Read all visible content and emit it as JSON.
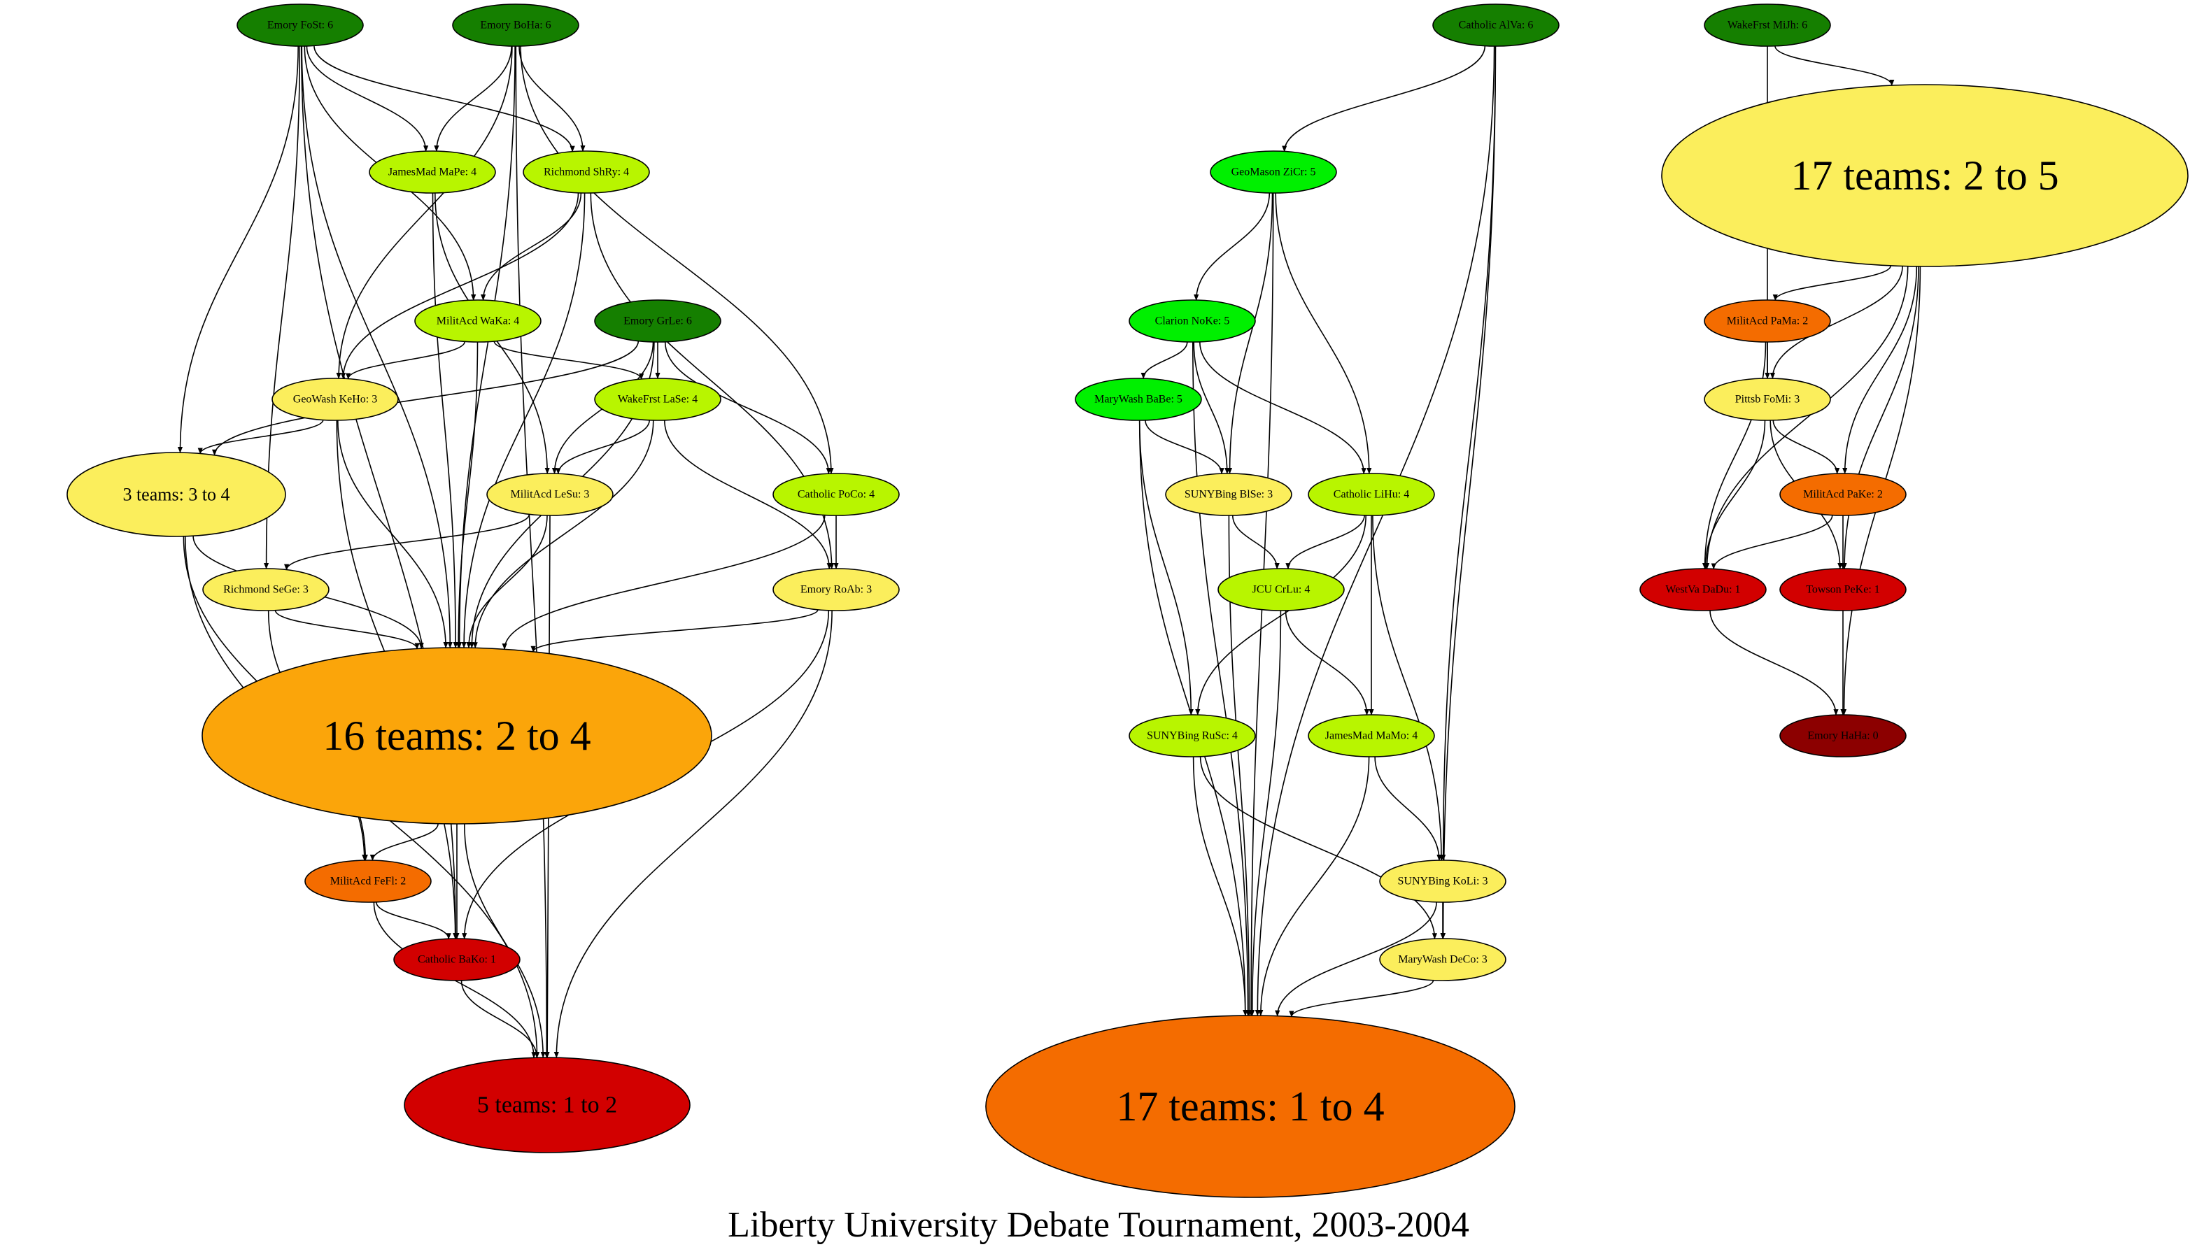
{
  "title": "Liberty University Debate Tournament, 2003-2004",
  "colors": {
    "dark_green": "#157f00",
    "bright_green": "#00f000",
    "lime": "#b8f500",
    "yellow": "#fbee5c",
    "amber": "#fba50a",
    "orange": "#f46c00",
    "red": "#d20000",
    "dark_red": "#8c0000",
    "edge": "#000000"
  },
  "nodes": [
    {
      "id": "fost",
      "label": "Emory FoSt: 6",
      "color": "dark_green"
    },
    {
      "id": "boha",
      "label": "Emory BoHa: 6",
      "color": "dark_green"
    },
    {
      "id": "mape",
      "label": "JamesMad MaPe: 4",
      "color": "lime"
    },
    {
      "id": "shry",
      "label": "Richmond ShRy: 4",
      "color": "lime"
    },
    {
      "id": "waka",
      "label": "MilitAcd WaKa: 4",
      "color": "lime"
    },
    {
      "id": "grle",
      "label": "Emory GrLe: 6",
      "color": "dark_green"
    },
    {
      "id": "keho",
      "label": "GeoWash KeHo: 3",
      "color": "yellow"
    },
    {
      "id": "lase",
      "label": "WakeFrst LaSe: 4",
      "color": "lime"
    },
    {
      "id": "g3",
      "label": "3 teams: 3 to 4",
      "color": "yellow"
    },
    {
      "id": "lesu",
      "label": "MilitAcd LeSu: 3",
      "color": "yellow"
    },
    {
      "id": "poco",
      "label": "Catholic PoCo: 4",
      "color": "lime"
    },
    {
      "id": "sege",
      "label": "Richmond SeGe: 3",
      "color": "yellow"
    },
    {
      "id": "roab",
      "label": "Emory RoAb: 3",
      "color": "yellow"
    },
    {
      "id": "g16",
      "label": "16 teams: 2 to 4",
      "color": "amber"
    },
    {
      "id": "fefl",
      "label": "MilitAcd FeFl: 2",
      "color": "orange"
    },
    {
      "id": "bako",
      "label": "Catholic BaKo: 1",
      "color": "red"
    },
    {
      "id": "g5",
      "label": "5 teams: 1 to 2",
      "color": "red"
    },
    {
      "id": "alva",
      "label": "Catholic AlVa: 6",
      "color": "dark_green"
    },
    {
      "id": "zicr",
      "label": "GeoMason ZiCr: 5",
      "color": "bright_green"
    },
    {
      "id": "noke",
      "label": "Clarion NoKe: 5",
      "color": "bright_green"
    },
    {
      "id": "babe",
      "label": "MaryWash BaBe: 5",
      "color": "bright_green"
    },
    {
      "id": "blse",
      "label": "SUNYBing BlSe: 3",
      "color": "yellow"
    },
    {
      "id": "lihu",
      "label": "Catholic LiHu: 4",
      "color": "lime"
    },
    {
      "id": "crlu",
      "label": "JCU CrLu: 4",
      "color": "lime"
    },
    {
      "id": "rusc",
      "label": "SUNYBing RuSc: 4",
      "color": "lime"
    },
    {
      "id": "mamo",
      "label": "JamesMad MaMo: 4",
      "color": "lime"
    },
    {
      "id": "koli",
      "label": "SUNYBing KoLi: 3",
      "color": "yellow"
    },
    {
      "id": "deco",
      "label": "MaryWash DeCo: 3",
      "color": "yellow"
    },
    {
      "id": "g17a",
      "label": "17 teams: 1 to 4",
      "color": "orange"
    },
    {
      "id": "mijh",
      "label": "WakeFrst MiJh: 6",
      "color": "dark_green"
    },
    {
      "id": "g17b",
      "label": "17 teams: 2 to 5",
      "color": "yellow"
    },
    {
      "id": "pama",
      "label": "MilitAcd PaMa: 2",
      "color": "orange"
    },
    {
      "id": "fomi",
      "label": "Pittsb FoMi: 3",
      "color": "yellow"
    },
    {
      "id": "pake",
      "label": "MilitAcd PaKe: 2",
      "color": "orange"
    },
    {
      "id": "dadu",
      "label": "WestVa DaDu: 1",
      "color": "red"
    },
    {
      "id": "peke",
      "label": "Towson PeKe: 1",
      "color": "red"
    },
    {
      "id": "haha",
      "label": "Emory HaHa: 0",
      "color": "dark_red"
    }
  ],
  "edges": [
    [
      "fost",
      "mape"
    ],
    [
      "fost",
      "shry"
    ],
    [
      "fost",
      "waka"
    ],
    [
      "fost",
      "g3"
    ],
    [
      "fost",
      "sege"
    ],
    [
      "fost",
      "g16"
    ],
    [
      "fost",
      "bako"
    ],
    [
      "boha",
      "mape"
    ],
    [
      "boha",
      "shry"
    ],
    [
      "boha",
      "keho"
    ],
    [
      "boha",
      "poco"
    ],
    [
      "boha",
      "g5"
    ],
    [
      "boha",
      "g16"
    ],
    [
      "mape",
      "g16"
    ],
    [
      "mape",
      "lesu"
    ],
    [
      "shry",
      "waka"
    ],
    [
      "shry",
      "keho"
    ],
    [
      "shry",
      "g16"
    ],
    [
      "shry",
      "roab"
    ],
    [
      "waka",
      "keho"
    ],
    [
      "waka",
      "lase"
    ],
    [
      "waka",
      "g16"
    ],
    [
      "grle",
      "lase"
    ],
    [
      "grle",
      "poco"
    ],
    [
      "grle",
      "g3"
    ],
    [
      "grle",
      "lesu"
    ],
    [
      "grle",
      "g16"
    ],
    [
      "keho",
      "g3"
    ],
    [
      "keho",
      "g16"
    ],
    [
      "keho",
      "bako"
    ],
    [
      "lase",
      "lesu"
    ],
    [
      "lase",
      "roab"
    ],
    [
      "lase",
      "g16"
    ],
    [
      "g3",
      "g16"
    ],
    [
      "g3",
      "fefl"
    ],
    [
      "g3",
      "g5"
    ],
    [
      "lesu",
      "sege"
    ],
    [
      "lesu",
      "g16"
    ],
    [
      "lesu",
      "g5"
    ],
    [
      "poco",
      "roab"
    ],
    [
      "poco",
      "g16"
    ],
    [
      "sege",
      "g16"
    ],
    [
      "sege",
      "fefl"
    ],
    [
      "roab",
      "g16"
    ],
    [
      "roab",
      "bako"
    ],
    [
      "roab",
      "g5"
    ],
    [
      "g16",
      "fefl"
    ],
    [
      "g16",
      "bako"
    ],
    [
      "g16",
      "g5"
    ],
    [
      "fefl",
      "bako"
    ],
    [
      "fefl",
      "g5"
    ],
    [
      "bako",
      "g5"
    ],
    [
      "alva",
      "zicr"
    ],
    [
      "alva",
      "koli"
    ],
    [
      "alva",
      "deco"
    ],
    [
      "alva",
      "g17a"
    ],
    [
      "zicr",
      "noke"
    ],
    [
      "zicr",
      "blse"
    ],
    [
      "zicr",
      "lihu"
    ],
    [
      "zicr",
      "g17a"
    ],
    [
      "noke",
      "babe"
    ],
    [
      "noke",
      "blse"
    ],
    [
      "noke",
      "lihu"
    ],
    [
      "noke",
      "g17a"
    ],
    [
      "babe",
      "blse"
    ],
    [
      "babe",
      "rusc"
    ],
    [
      "babe",
      "g17a"
    ],
    [
      "blse",
      "crlu"
    ],
    [
      "blse",
      "g17a"
    ],
    [
      "lihu",
      "crlu"
    ],
    [
      "lihu",
      "rusc"
    ],
    [
      "lihu",
      "mamo"
    ],
    [
      "lihu",
      "koli"
    ],
    [
      "crlu",
      "mamo"
    ],
    [
      "crlu",
      "g17a"
    ],
    [
      "rusc",
      "deco"
    ],
    [
      "rusc",
      "g17a"
    ],
    [
      "mamo",
      "koli"
    ],
    [
      "mamo",
      "g17a"
    ],
    [
      "koli",
      "deco"
    ],
    [
      "koli",
      "g17a"
    ],
    [
      "deco",
      "g17a"
    ],
    [
      "mijh",
      "g17b"
    ],
    [
      "mijh",
      "fomi"
    ],
    [
      "g17b",
      "pama"
    ],
    [
      "g17b",
      "fomi"
    ],
    [
      "g17b",
      "pake"
    ],
    [
      "g17b",
      "dadu"
    ],
    [
      "g17b",
      "peke"
    ],
    [
      "g17b",
      "haha"
    ],
    [
      "pama",
      "fomi"
    ],
    [
      "pama",
      "dadu"
    ],
    [
      "fomi",
      "pake"
    ],
    [
      "fomi",
      "dadu"
    ],
    [
      "fomi",
      "peke"
    ],
    [
      "pake",
      "dadu"
    ],
    [
      "pake",
      "peke"
    ],
    [
      "dadu",
      "haha"
    ],
    [
      "peke",
      "haha"
    ]
  ]
}
